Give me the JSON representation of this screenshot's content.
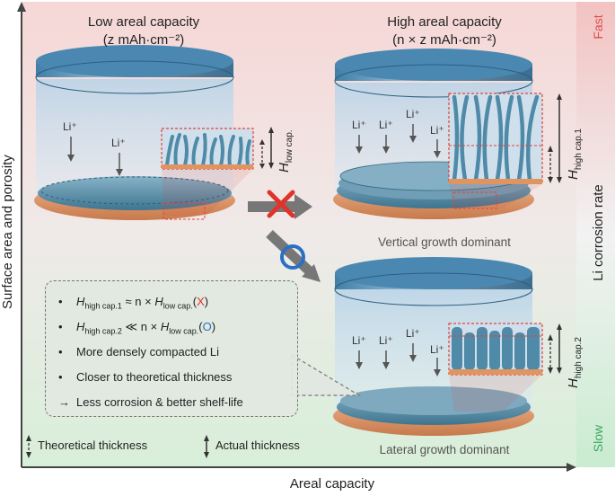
{
  "axes": {
    "y_label": "Surface area and porosity",
    "x_label": "Areal capacity",
    "right_label": "Li corrosion rate",
    "right_top": "Fast",
    "right_bottom": "Slow"
  },
  "panels": {
    "low": {
      "title_line1": "Low areal capacity",
      "title_line2": "(z mAh·cm⁻²)",
      "ions": [
        "Li⁺",
        "Li⁺"
      ],
      "h_main": "H",
      "h_sub": "low cap."
    },
    "high_vertical": {
      "title_line1": "High areal capacity",
      "title_line2": "(n × z mAh·cm⁻²)",
      "ions": [
        "Li⁺",
        "Li⁺",
        "Li⁺",
        "Li⁺"
      ],
      "h_main": "H",
      "h_sub": "high cap.1",
      "caption": "Vertical growth dominant"
    },
    "high_lateral": {
      "ions": [
        "Li⁺",
        "Li⁺",
        "Li⁺",
        "Li⁺"
      ],
      "h_main": "H",
      "h_sub": "high cap.2",
      "caption": "Lateral growth dominant"
    }
  },
  "summary": {
    "items": [
      {
        "bullet": "•",
        "h": "H",
        "sub": "high cap.1",
        "mid": " ≈ n × ",
        "h2": "H",
        "sub2": "low cap.",
        "open": "(",
        "mark": "X",
        "close": ")"
      },
      {
        "bullet": "•",
        "h": "H",
        "sub": "high cap.2",
        "mid": " ≪ n × ",
        "h2": "H",
        "sub2": "low cap.",
        "open": "(",
        "mark": "O",
        "close": ")"
      },
      {
        "bullet": "•",
        "text": "More densely compacted Li"
      },
      {
        "bullet": "•",
        "text": "Closer to theoretical thickness"
      },
      {
        "bullet": "→",
        "text": "Less corrosion & better shelf-life"
      }
    ]
  },
  "legend": {
    "theoretical": "Theoretical thickness",
    "actual": "Actual thickness"
  },
  "colors": {
    "fast": "#d9504a",
    "slow": "#3ea862",
    "cross": "#e0332a",
    "circle": "#2a6fc4",
    "lithium": "#4f8aa8",
    "substrate": "#d9956a"
  }
}
